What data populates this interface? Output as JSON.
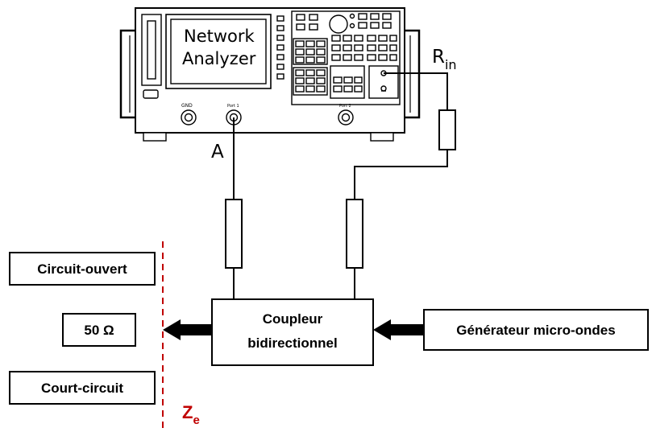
{
  "analyzer": {
    "screen_line1": "Network",
    "screen_line2": "Analyzer",
    "port_gnd": "GND",
    "port1": "Port 1",
    "port2": "Port 2"
  },
  "labels": {
    "point_a": "A",
    "r_main": "R",
    "r_sub": "in",
    "z_main": "Z",
    "z_sub": "e"
  },
  "boxes": {
    "coupler_line1": "Coupleur",
    "coupler_line2": "bidirectionnel",
    "generator": "Générateur micro-ondes",
    "open_circuit": "Circuit-ouvert",
    "load_50": "50 Ω",
    "short_circuit": "Court-circuit"
  },
  "colors": {
    "reference_plane": "#c00000",
    "z_label": "#c00000",
    "stroke": "#000000"
  }
}
